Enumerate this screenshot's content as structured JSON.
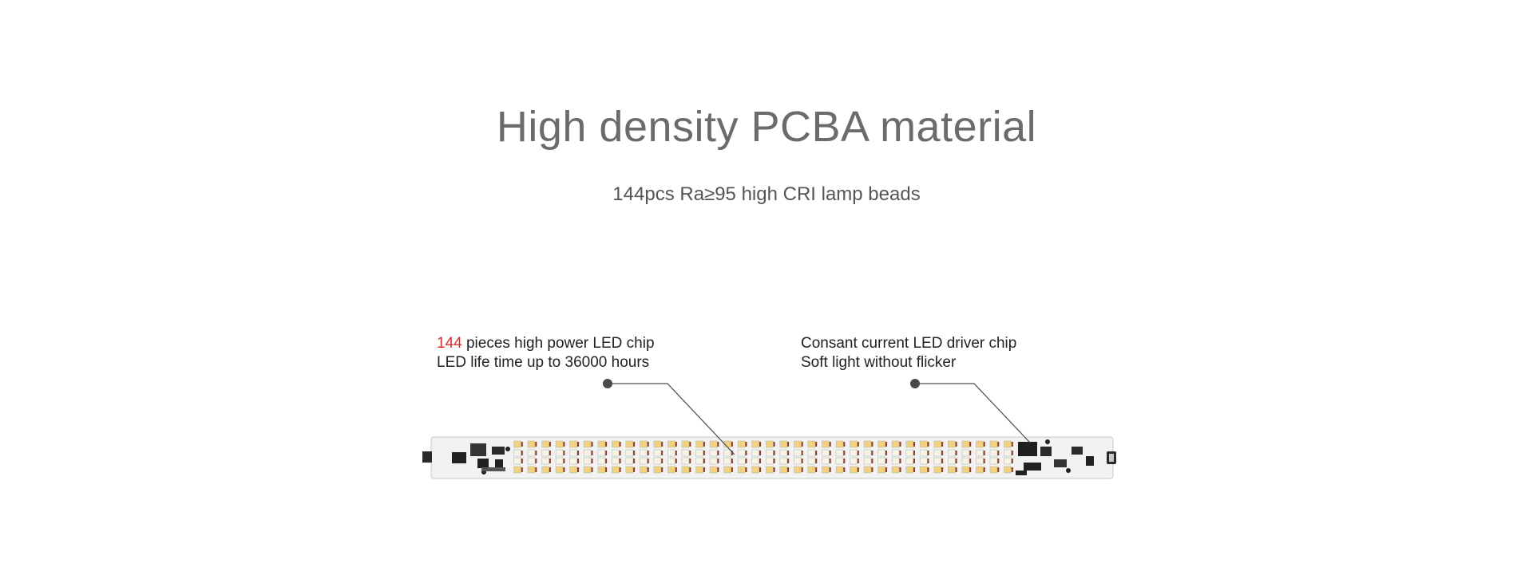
{
  "header": {
    "title": "High density PCBA material",
    "subtitle": "144pcs Ra≥95 high CRI lamp beads"
  },
  "callouts": {
    "left": {
      "highlight": "144",
      "line1_rest": " pieces high power LED chip",
      "line2": "LED life time up to 36000 hours"
    },
    "right": {
      "line1": "Consant current LED driver chip",
      "line2": "Soft light without flicker"
    }
  },
  "colors": {
    "title": "#6b6b6b",
    "highlight": "#e12a2a",
    "board": "#f2f2f2",
    "led_warm": "#f3d27a",
    "led_cool": "#f7f4e6",
    "led_pad": "#8a3a2a",
    "pointer": "#4a4a4a"
  },
  "board": {
    "led_count": 144,
    "led_rows": 4,
    "led_columns": 36
  }
}
